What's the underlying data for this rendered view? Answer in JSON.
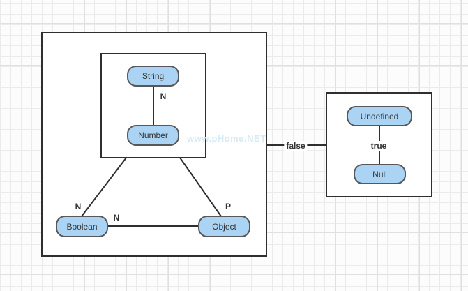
{
  "watermark": "www.pHome.NET",
  "colors": {
    "canvas_bg": "#fcfcfc",
    "grid_minor": "#ebebeb",
    "grid_major": "#e0e0e0",
    "group_fill": "#ffffff",
    "stroke": "#2f2f2f",
    "node_fill": "#abd4f4",
    "node_border": "#58585a",
    "label_color": "#333333",
    "watermark_color": "#d8eaf6"
  },
  "nodes": {
    "string": {
      "label": "String"
    },
    "number": {
      "label": "Number"
    },
    "boolean": {
      "label": "Boolean"
    },
    "object": {
      "label": "Object"
    },
    "undefined": {
      "label": "Undefined"
    },
    "null": {
      "label": "Null"
    }
  },
  "edge_labels": {
    "string_number": "N",
    "inner_boolean": "N",
    "boolean_object": "N",
    "inner_object": "P",
    "outer_right": "false",
    "undefined_null": "true"
  }
}
